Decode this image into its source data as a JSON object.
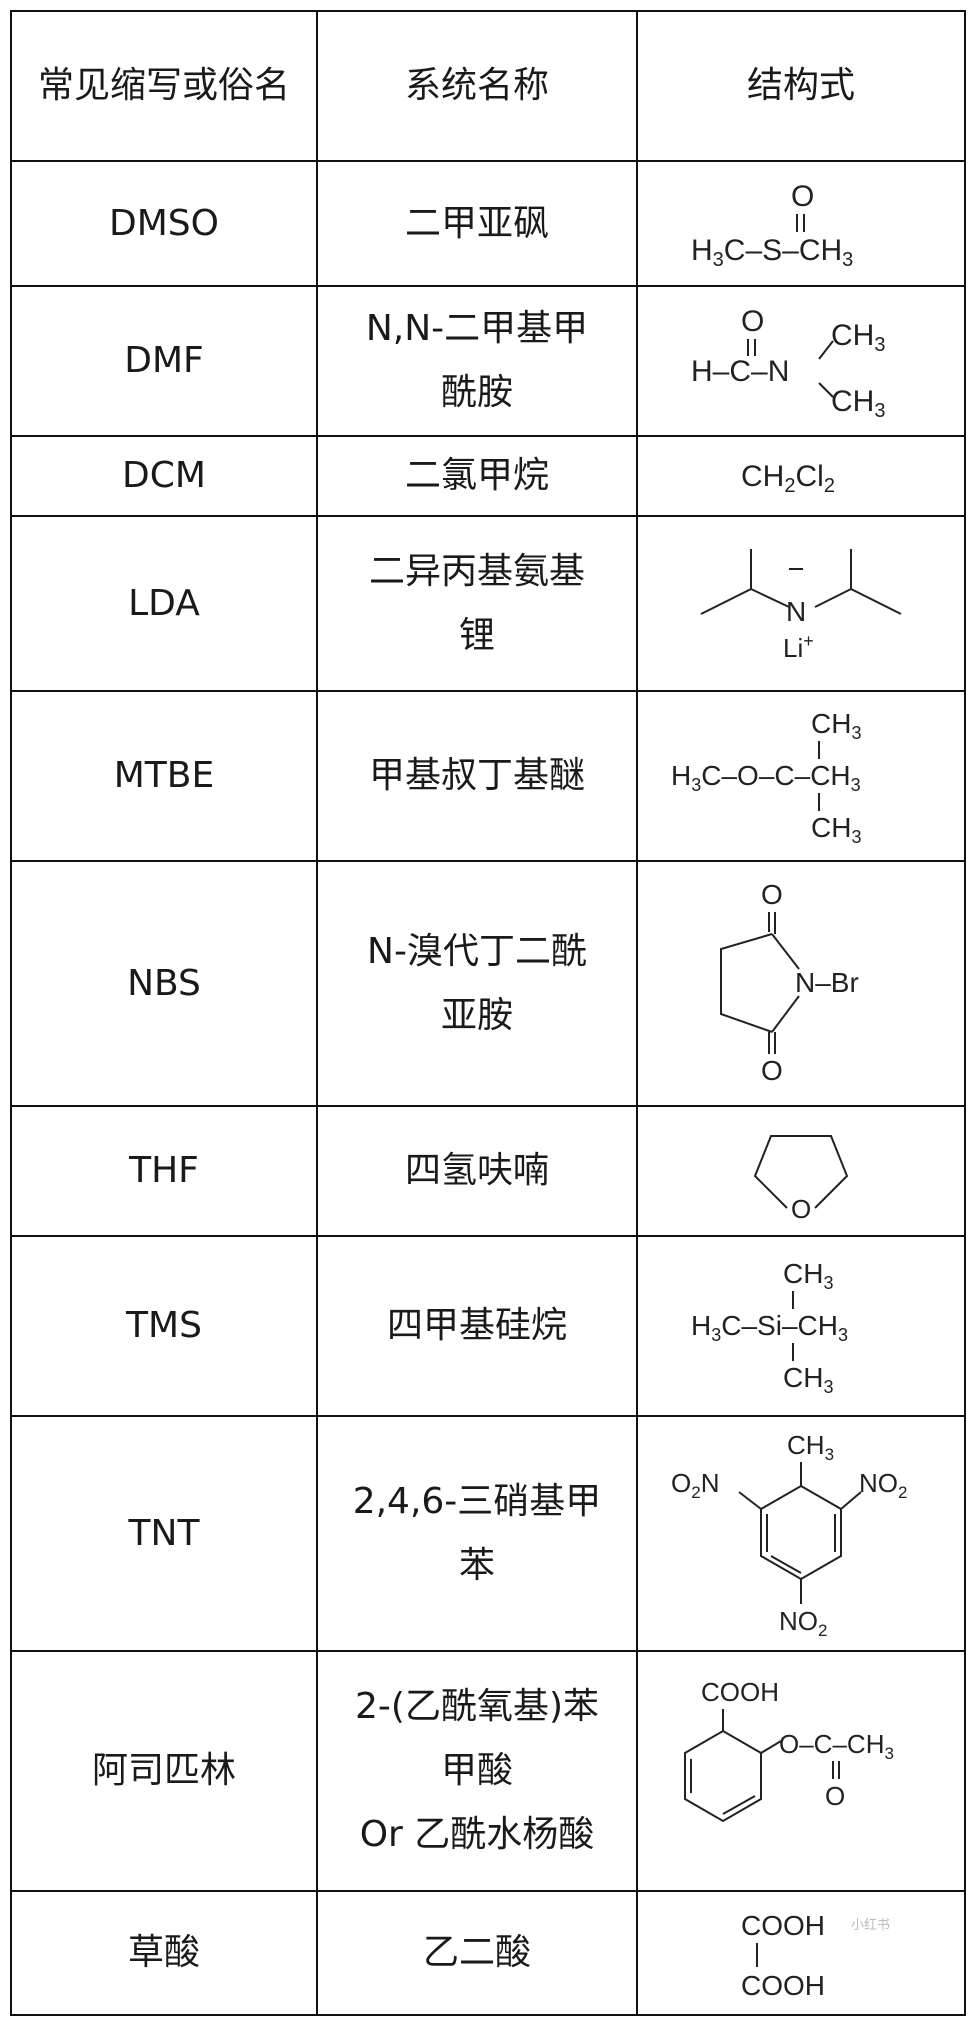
{
  "headers": {
    "abbr": "常见缩写或俗名",
    "name": "系统名称",
    "structure": "结构式"
  },
  "rows": [
    {
      "abbr": "DMSO",
      "name": "二甲亚砜",
      "formula": "H3C–S(=O)–CH3"
    },
    {
      "abbr": "DMF",
      "name": "N,N-二甲基甲\n酰胺",
      "formula": "H–C(=O)–N(CH3)2"
    },
    {
      "abbr": "DCM",
      "name": "二氯甲烷",
      "formula": "CH2Cl2"
    },
    {
      "abbr": "LDA",
      "name": "二异丙基氨基\n锂",
      "formula": "((CH3)2CH)2N⁻ Li⁺"
    },
    {
      "abbr": "MTBE",
      "name": "甲基叔丁基醚",
      "formula": "H3C–O–C(CH3)3"
    },
    {
      "abbr": "NBS",
      "name": "N-溴代丁二酰\n亚胺",
      "formula": "C4H4O2N–Br"
    },
    {
      "abbr": "THF",
      "name": "四氢呋喃",
      "formula": "C4H8O"
    },
    {
      "abbr": "TMS",
      "name": "四甲基硅烷",
      "formula": "Si(CH3)4"
    },
    {
      "abbr": "TNT",
      "name": "2,4,6-三硝基甲\n苯",
      "formula": "CH3C6H2(NO2)3"
    },
    {
      "abbr": "阿司匹林",
      "name": "2-(乙酰氧基)苯\n甲酸\nOr 乙酰水杨酸",
      "formula": "C6H4(COOH)–O–C(=O)–CH3"
    },
    {
      "abbr": "草酸",
      "name": "乙二酸",
      "formula": "COOH–COOH"
    }
  ],
  "watermark": "小红书"
}
